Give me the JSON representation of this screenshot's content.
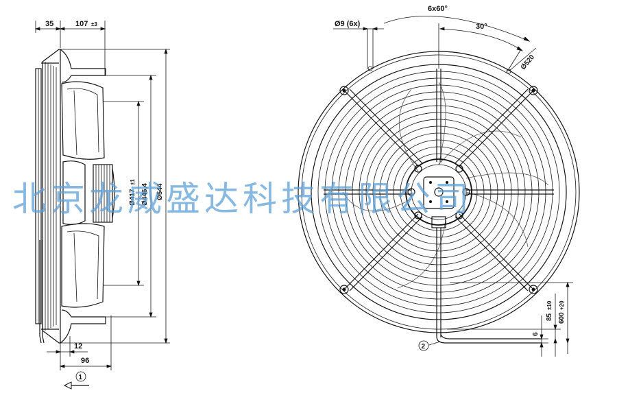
{
  "side_view": {
    "dim_35": "35",
    "dim_107": "107",
    "dim_107_tol": "±3",
    "dim_417": "Ø417",
    "dim_417_tol": "±1",
    "dim_446": "Ø446,4",
    "dim_544": "Ø544",
    "dim_12": "12",
    "dim_96": "96",
    "airflow_marker": "1"
  },
  "front_view": {
    "dim_holes": "Ø9 (6x)",
    "dim_angle_6x60": "6x60°",
    "dim_angle_30": "30°",
    "dim_520": "Ø520",
    "dim_6": "6",
    "dim_85": "85",
    "dim_85_tol": "±10",
    "dim_600": "600",
    "dim_600_tol": "+20",
    "cable_marker": "2"
  },
  "watermark": "北京龙威盛达科技有限公司"
}
